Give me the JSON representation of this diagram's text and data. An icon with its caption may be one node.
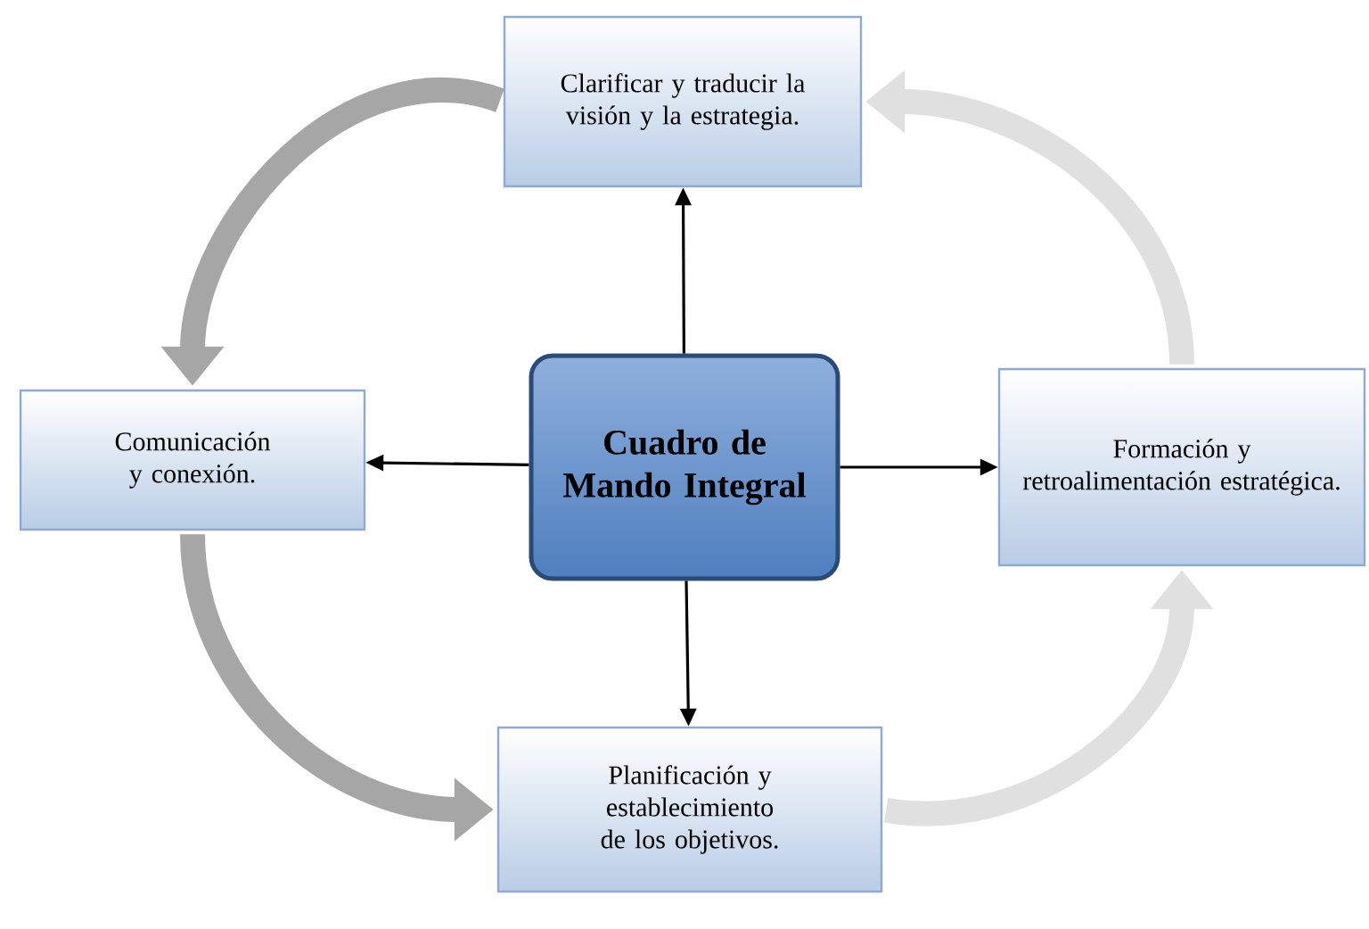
{
  "diagram": {
    "nodes": [
      {
        "text": [
          "Cuadro de Mando Integral"
        ]
      },
      {
        "text": [
          "Clarificar y traducir la visión y la estrategia."
        ]
      },
      {
        "text": [
          "Formación y retroalimentación estratégica."
        ]
      },
      {
        "text": [
          "Planificación y establecimiento de los objetivos."
        ]
      },
      {
        "text": [
          "Comunicación y conexión."
        ]
      }
    ],
    "edges": [
      {
        "from": 0,
        "to": 1,
        "arrow": "to"
      },
      {
        "from": 0,
        "to": 2,
        "arrow": "to"
      },
      {
        "from": 0,
        "to": 3,
        "arrow": "to"
      },
      {
        "from": 0,
        "to": 4,
        "arrow": "to"
      },
      {
        "from": 1,
        "to": 4,
        "arrow": "to",
        "style": "thick",
        "color": "#a6a6a6"
      },
      {
        "from": 4,
        "to": 3,
        "arrow": "to",
        "style": "thick",
        "color": "#a6a6a6"
      },
      {
        "from": 3,
        "to": 2,
        "arrow": "to",
        "style": "thick",
        "color": "#e0e0e0"
      },
      {
        "from": 2,
        "to": 1,
        "arrow": "to",
        "style": "thick",
        "color": "#e0e0e0"
      }
    ]
  }
}
